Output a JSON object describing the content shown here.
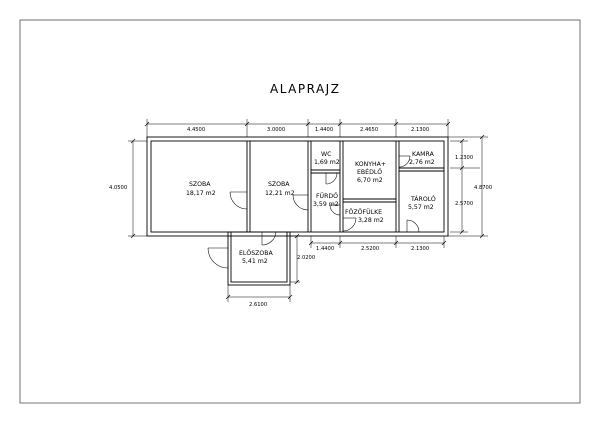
{
  "title": "ALAPRAJZ",
  "rooms": [
    {
      "id": "szoba1",
      "name": "SZOBA",
      "area": "18,17 m2"
    },
    {
      "id": "szoba2",
      "name": "SZOBA",
      "area": "12,21 m2"
    },
    {
      "id": "wc",
      "name": "WC",
      "area": "1,69 m2"
    },
    {
      "id": "furdo",
      "name": "FÜRDŐ",
      "area": "3,59 m2"
    },
    {
      "id": "konyha",
      "name": "KONYHA+",
      "name2": "EBÉDLŐ",
      "area": "6,70 m2"
    },
    {
      "id": "fozofulke",
      "name": "FŐZŐFÜLKE",
      "area": "3,28 m2"
    },
    {
      "id": "kamra",
      "name": "KAMRA",
      "area": "2,76 m2"
    },
    {
      "id": "tarolo",
      "name": "TÁROLÓ",
      "area": "5,57 m2"
    },
    {
      "id": "eloszoba",
      "name": "ELŐSZOBA",
      "area": "5,41 m2"
    }
  ],
  "dimensions": {
    "top": [
      "4.4500",
      "3.0000",
      "1.4400",
      "2.4650",
      "2.1300"
    ],
    "left_height": "4.0500",
    "right_kamra": "1.2300",
    "right_tarolo": "2.5700",
    "right_total": "4.8700",
    "bottom_right": [
      "1.4400",
      "2.5200",
      "2.1300"
    ],
    "eloszoba_height": "2.0200",
    "eloszoba_width": "2.6100"
  }
}
